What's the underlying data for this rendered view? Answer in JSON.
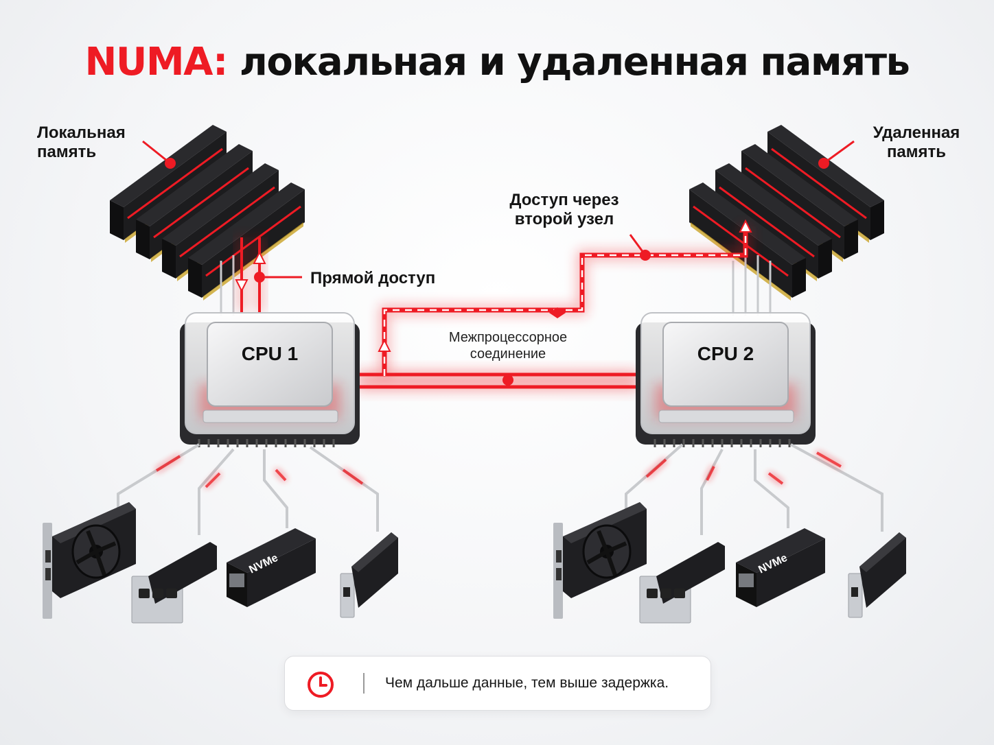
{
  "title": {
    "accent": "NUMA:",
    "rest": " локальная и удаленная память"
  },
  "labels": {
    "local_memory": "Локальная\nпамять",
    "remote_memory": "Удаленная\nпамять",
    "direct_access": "Прямой доступ",
    "via_second_node": "Доступ через\nвторой узел",
    "interconnect": "Межпроцессорное\nсоединение"
  },
  "cpus": {
    "cpu1": "CPU 1",
    "cpu2": "CPU 2"
  },
  "devices": {
    "nvme_label": "NVMe"
  },
  "footer": {
    "text": "Чем дальше данные, тем выше задержка.",
    "icon": "clock-icon"
  },
  "colors": {
    "accent": "#ee1b24",
    "dark": "#151515",
    "module": "#1c1c1e"
  }
}
